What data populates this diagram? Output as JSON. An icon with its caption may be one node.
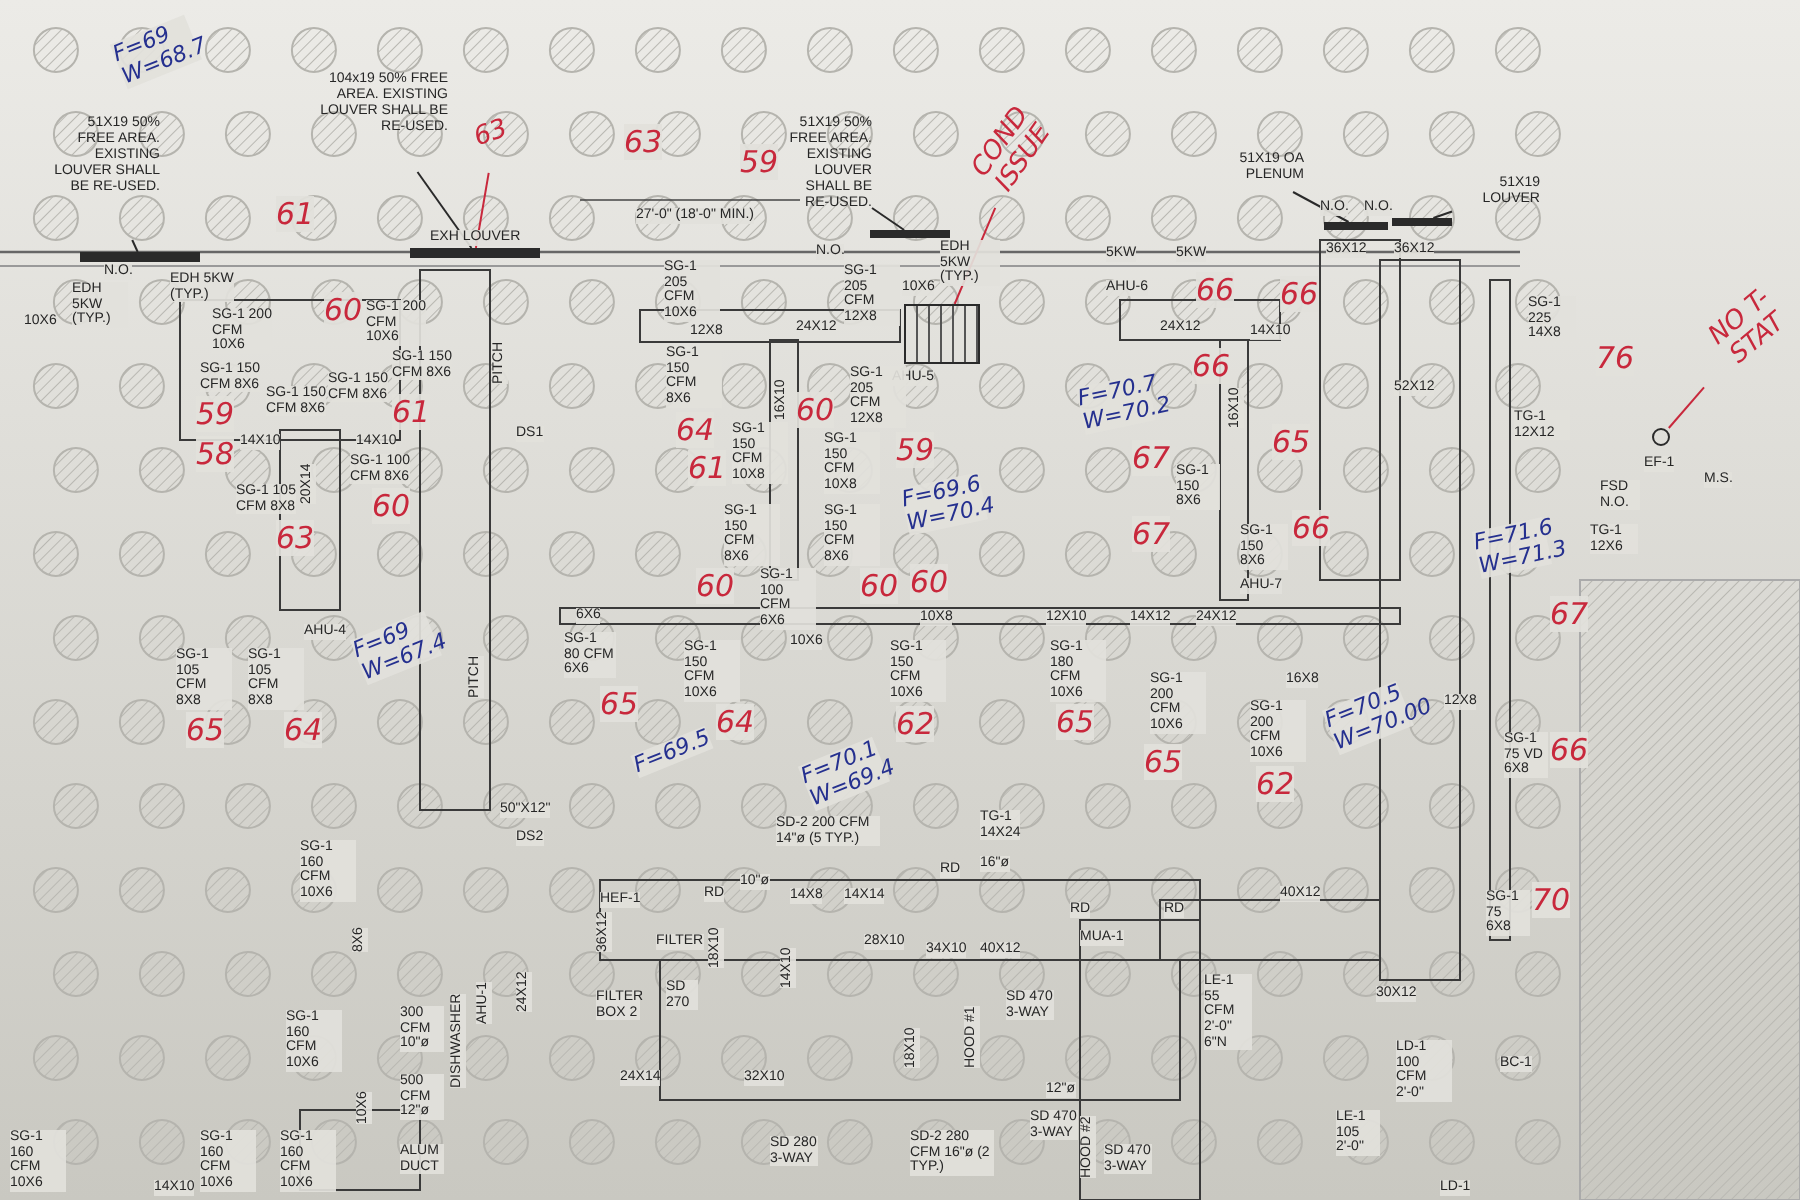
{
  "diagram": {
    "nodes": [
      {
        "text": [
          "51X19 50% FREE AREA. EXISTING LOUVER SHALL BE RE-USED."
        ]
      },
      {
        "text": [],
        "shape": "bar"
      },
      {
        "text": [
          "104x19 50% FREE AREA. EXISTING LOUVER SHALL BE RE-USED."
        ]
      },
      {
        "text": [],
        "shape": "bar"
      },
      {
        "text": [
          "51X19 50% FREE AREA. EXISTING LOUVER SHALL BE RE-USED."
        ]
      },
      {
        "text": [],
        "shape": "bar"
      },
      {
        "text": [
          "51X19 OA PLENUM"
        ]
      },
      {
        "text": [],
        "shape": "bar"
      },
      {
        "text": [
          "51X19 LOUVER"
        ]
      },
      {
        "text": [],
        "shape": "bar"
      },
      {
        "text": [],
        "shape": "box",
        "beside": [
          "AHU-5"
        ]
      },
      {
        "text": [
          "COND ISSUE"
        ]
      },
      {
        "text": [
          "NO T-STAT"
        ]
      },
      {
        "text": [],
        "shape": "circle"
      },
      {
        "text": [
          "63"
        ]
      }
    ],
    "edges": [
      {
        "from": 0,
        "to": 1,
        "arrow": "none"
      },
      {
        "from": 2,
        "to": 3,
        "arrow": "none"
      },
      {
        "from": 4,
        "to": 5,
        "arrow": "none"
      },
      {
        "from": 6,
        "to": 7,
        "arrow": "none"
      },
      {
        "from": 8,
        "to": 9,
        "arrow": "none"
      },
      {
        "from": 11,
        "to": 10,
        "arrow": "none",
        "color": "#c8283c"
      },
      {
        "from": 12,
        "to": 13,
        "arrow": "none",
        "color": "#c8283c"
      },
      {
        "from": 14,
        "to": 3,
        "arrow": "none",
        "color": "#c8283c"
      }
    ],
    "labels": [
      "N.O.",
      "EDH 5KW (TYP.)",
      "EDH 5KW (TYP.)",
      "10X6",
      "SG-1 200 CFM 10X6",
      "SG-1 150 CFM 8X6",
      "SG-1 150 CFM 8X6",
      "SG-1 150 CFM 8X6",
      "SG-1 200 CFM 10X6",
      "SG-1 150 CFM 8X6",
      "14X10",
      "14X10",
      "20X14",
      "SG-1 100 CFM 8X6",
      "SG-1 105 CFM 8X8",
      "EXH LOUVER",
      "PITCH",
      "DS1",
      "61",
      "60",
      "59",
      "58",
      "61",
      "60",
      "63",
      "F=69 W=68.7",
      "27'-0\" (18'-0\" MIN.)",
      "N.O.",
      "EDH 5KW (TYP.)",
      "SG-1 205 CFM 10X6",
      "SG-1 205 CFM 12X8",
      "12X8",
      "24X12",
      "10X6",
      "SG-1 150 CFM 8X6",
      "SG-1 205 CFM 12X8",
      "16X10",
      "SG-1 150 CFM 10X8",
      "SG-1 150 CFM 10X8",
      "SG-1 150 CFM 8X6",
      "SG-1 150 CFM 8X6",
      "SG-1 100 CFM 6X6",
      "63",
      "59",
      "64",
      "61",
      "60",
      "60",
      "60",
      "60",
      "59",
      "F=69.6 W=70.4",
      "N.O.",
      "N.O.",
      "5KW",
      "5KW",
      "AHU-6",
      "24X12",
      "14X10",
      "16X10",
      "36X12",
      "36X12",
      "52X12",
      "SG-1 225 14X8",
      "TG-1 12X12",
      "EF-1",
      "M.S.",
      "FSD N.O.",
      "TG-1 12X6",
      "SG-1 150 8X6",
      "SG-1 150 8X6",
      "AHU-7",
      "66",
      "66",
      "66",
      "65",
      "67",
      "67",
      "66",
      "76",
      "F=70.7 W=70.2",
      "F=71.6 W=71.3",
      "6X6",
      "10X6",
      "10X8",
      "12X10",
      "14X12",
      "24X12",
      "16X8",
      "SG-1 80 CFM 6X6",
      "SG-1 150 CFM 10X6",
      "SG-1 150 CFM 10X6",
      "SG-1 180 CFM 10X6",
      "SG-1 200 CFM 10X6",
      "SG-1 200 CFM 10X6",
      "SG-1 105 CFM 8X8",
      "SG-1 105 CFM 8X8",
      "AHU-4",
      "12X8",
      "SG-1 75 VD 6X8",
      "SG-1 75 6X8",
      "65",
      "64",
      "65",
      "64",
      "62",
      "65",
      "65",
      "62",
      "67",
      "66",
      "70",
      "F=69 W=67.4",
      "F=69.5",
      "F=70.1 W=69.4",
      "F=70.5 W=70.00",
      "SG-1 160 CFM 10X6",
      "8X6",
      "SG-1 160 CFM 10X6",
      "10X6",
      "SG-1 160 CFM 10X6",
      "SG-1 160 CFM 10X6",
      "SG-1 160 CFM 10X6",
      "14X10",
      "50\"X12\"",
      "DS2",
      "PITCH",
      "AHU-1",
      "24X12",
      "300 CFM 10\"ø",
      "500 CFM 12\"ø",
      "DISHWASHER",
      "ALUM DUCT",
      "SD-2 200 CFM 14\"ø (5 TYP.)",
      "10\"ø",
      "14X8",
      "14X14",
      "TG-1 14X24",
      "16\"ø",
      "RD",
      "RD",
      "HEF-1",
      "FILTER",
      "36X12",
      "18X10",
      "28X10",
      "34X10",
      "40X12",
      "MUA-1",
      "RD",
      "RD",
      "FILTER BOX 2",
      "SD 270",
      "24X14",
      "32X10",
      "14X10",
      "HOOD #1",
      "18X10",
      "SD 470 3-WAY",
      "12\"ø",
      "SD 280 3-WAY",
      "SD-2 280 CFM 16\"ø (2 TYP.)",
      "SD 470 3-WAY",
      "SD 470 3-WAY",
      "HOOD #2",
      "40X12",
      "LE-1 55 CFM 2'-0\" 6\"N",
      "30X12",
      "LD-1 100 CFM 2'-0\"",
      "LE-1 105 2'-0\"",
      "BC-1",
      "LD-1"
    ]
  }
}
